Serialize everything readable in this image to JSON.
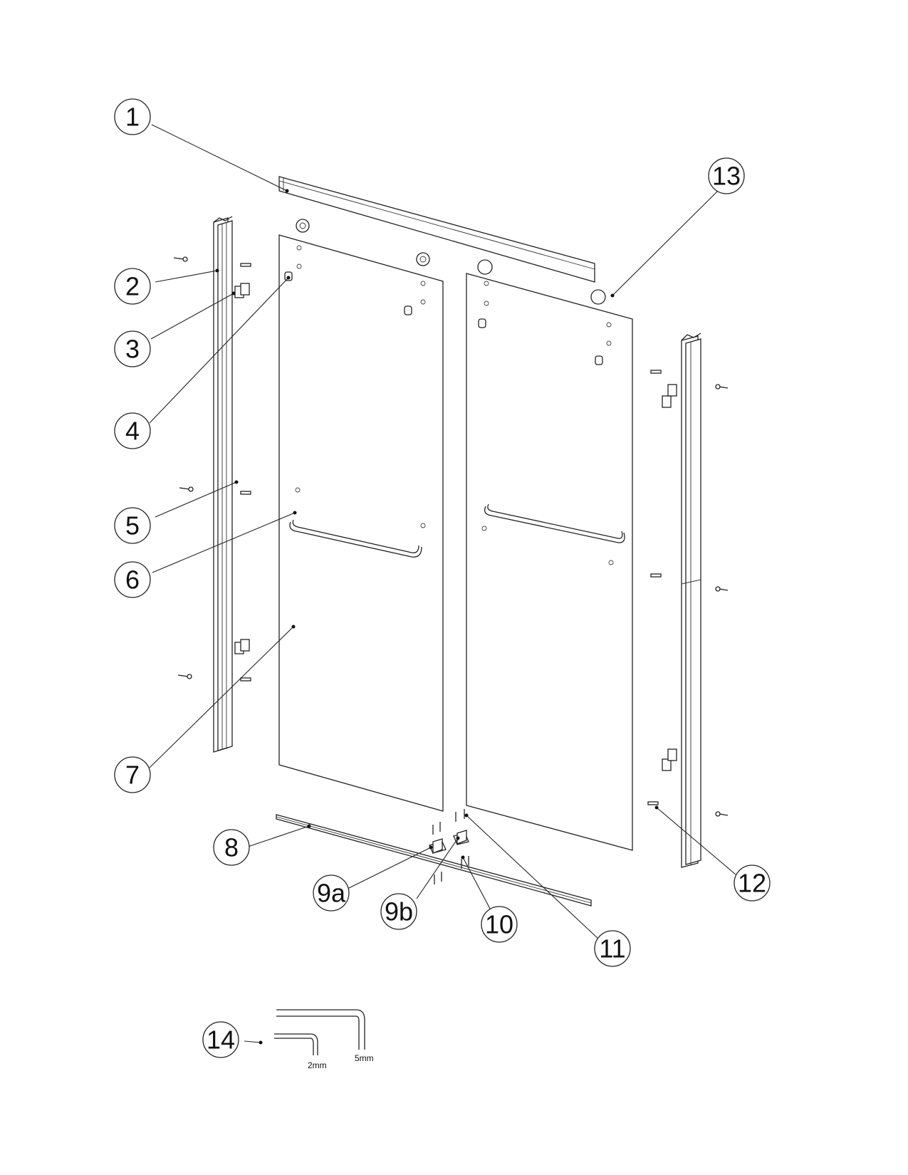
{
  "callouts": [
    {
      "id": "1",
      "label": "1"
    },
    {
      "id": "2",
      "label": "2"
    },
    {
      "id": "3",
      "label": "3"
    },
    {
      "id": "4",
      "label": "4"
    },
    {
      "id": "5",
      "label": "5"
    },
    {
      "id": "6",
      "label": "6"
    },
    {
      "id": "7",
      "label": "7"
    },
    {
      "id": "8",
      "label": "8"
    },
    {
      "id": "9a",
      "label": "9a"
    },
    {
      "id": "9b",
      "label": "9b"
    },
    {
      "id": "10",
      "label": "10"
    },
    {
      "id": "11",
      "label": "11"
    },
    {
      "id": "12",
      "label": "12"
    },
    {
      "id": "13",
      "label": "13"
    },
    {
      "id": "14",
      "label": "14"
    }
  ],
  "tools": {
    "small_key_label": "2mm",
    "large_key_label": "5mm"
  }
}
